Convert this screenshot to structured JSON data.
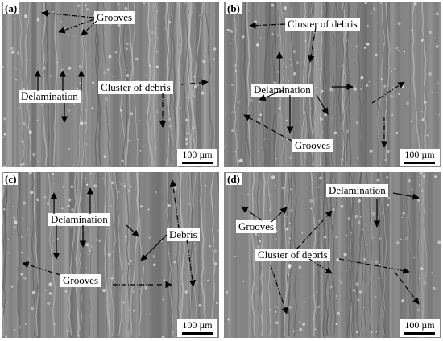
{
  "panels": [
    {
      "label": "(a)",
      "scale_text": "100 µm",
      "annotations": {
        "grooves": "Grooves",
        "delamination": "Delamination",
        "cluster": "Cluster of debris"
      }
    },
    {
      "label": "(b)",
      "scale_text": "100 µm",
      "annotations": {
        "cluster": "Cluster of debris",
        "delamination": "Delamination",
        "grooves": "Grooves"
      }
    },
    {
      "label": "(c)",
      "scale_text": "100 µm",
      "annotations": {
        "delamination": "Delamination",
        "debris": "Debris",
        "grooves": "Grooves"
      }
    },
    {
      "label": "(d)",
      "scale_text": "100 µm",
      "annotations": {
        "delamination": "Delamination",
        "grooves": "Grooves",
        "cluster": "Cluster of debris"
      }
    }
  ]
}
